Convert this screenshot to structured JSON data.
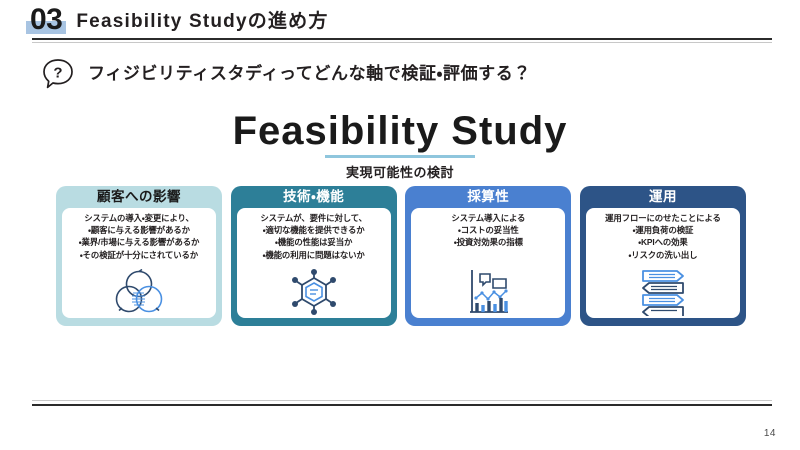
{
  "header": {
    "section_number": "03",
    "title": "Feasibility Studyの進め方"
  },
  "question": {
    "icon": "question-bubble-icon",
    "text": "フィジビリティスタディってどんな軸で検証・評価する？"
  },
  "hero": {
    "title": "Feasibility Study",
    "subtitle": "実現可能性の検討",
    "underline_color": "#8fc6dd"
  },
  "cards": [
    {
      "title": "顧客への影響",
      "body": "システムの導入・変更により、\n・顧客に与える影響があるか\n・業界/市場に与える影響があるか\n・その検証が十分にされているか",
      "icon": "venn-diagram-icon",
      "header_color": "#b9dce2",
      "title_color": "#1a1a1a"
    },
    {
      "title": "技術・機能",
      "body": "システムが、要件に対して、\n・適切な機能を提供できるか\n・機能の性能は妥当か\n・機能の利用に問題はないか",
      "icon": "tech-network-hexagon-icon",
      "header_color": "#2d7f98",
      "title_color": "#ffffff"
    },
    {
      "title": "採算性",
      "body": "システム導入による\n・コストの妥当性\n・投資対効果の指標",
      "icon": "bar-chart-analytics-icon",
      "header_color": "#4a80d0",
      "title_color": "#ffffff"
    },
    {
      "title": "運用",
      "body": "運用フローにのせたことによる\n・運用負荷の検証\n・KPIへの効果\n・リスクの洗い出し",
      "icon": "process-flow-arrows-icon",
      "header_color": "#2d5487",
      "title_color": "#ffffff"
    }
  ],
  "footer": {
    "page_number": "14"
  },
  "palette": {
    "highlight": "#a8c4e2",
    "rule_dark": "#2b2b2b",
    "rule_light": "#c8c8c8",
    "icon_navy": "#2f4a6d",
    "icon_blue": "#4a90e2"
  }
}
